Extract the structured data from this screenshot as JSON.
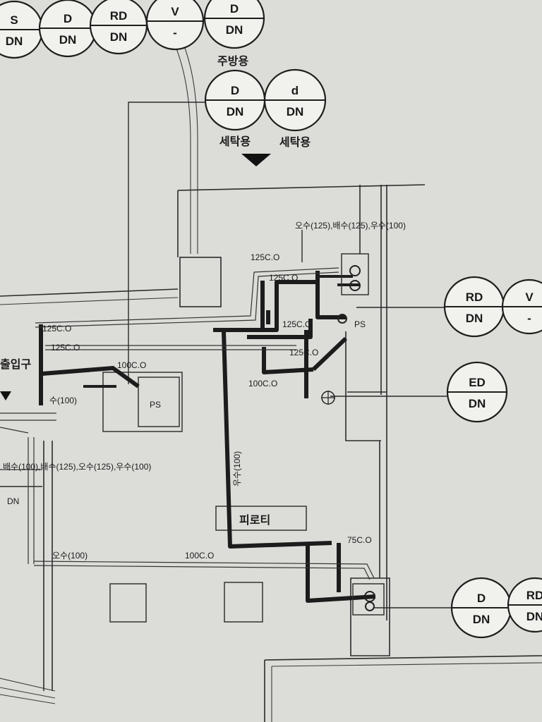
{
  "top_symbols": [
    {
      "top": "S",
      "bottom": "DN"
    },
    {
      "top": "D",
      "bottom": "DN"
    },
    {
      "top": "RD",
      "bottom": "DN"
    },
    {
      "top": "V",
      "bottom": "-"
    },
    {
      "top": "D",
      "bottom": "DN"
    }
  ],
  "kitchen_label": "주방용",
  "laundry_symbols": [
    {
      "top": "D",
      "bottom": "DN",
      "caption": "세탁용"
    },
    {
      "top": "d",
      "bottom": "DN",
      "caption": "세탁용"
    }
  ],
  "right_symbols": [
    {
      "top": "RD",
      "bottom": "DN"
    },
    {
      "top": "V",
      "bottom": "-"
    },
    {
      "top": "ED",
      "bottom": "DN"
    },
    {
      "top": "D",
      "bottom": "DN"
    },
    {
      "top": "RD",
      "bottom": "DN"
    }
  ],
  "labels": {
    "header_pipes": "오수(125),배수(125),우수(100)",
    "co_125_a": "125C.O",
    "co_125_b": "125C.O",
    "co_125_c": "125C.O",
    "co_125_d": "125C.O",
    "co_125_e": "125C.O",
    "co_125_f": "125C.O",
    "co_100_a": "100C.O",
    "co_100_b": "100C.O",
    "co_100_c": "100C.O",
    "co_75": "75C.O",
    "ps_a": "PS",
    "ps_b": "PS",
    "water_100": "수(100)",
    "left_pipes": "배수(100),배수(125),오수(125),우수(100)",
    "left_dn": "DN",
    "vertical_pipe": "우수(100)",
    "sewage_100": "오수(100)",
    "entrance": "출입구",
    "piloti": "피로티"
  }
}
